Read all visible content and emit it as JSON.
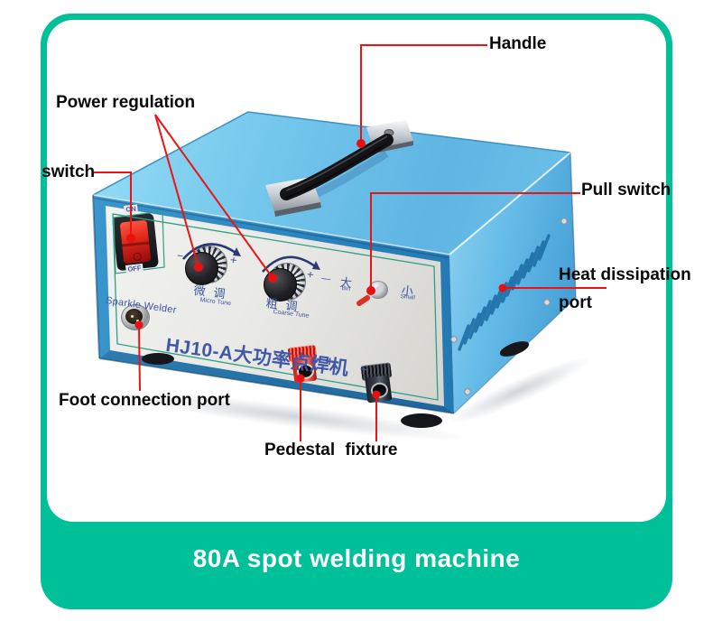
{
  "banner": {
    "text": "80A spot welding machine",
    "color": "#00c09a"
  },
  "annotations": {
    "handle": "Handle",
    "power_regulation": "Power regulation",
    "switch": "switch",
    "pull_switch": "Pull switch",
    "heat_dissipation_line1": "Heat dissipation",
    "heat_dissipation_line2": "port",
    "foot_connection_port": "Foot connection port",
    "pedestal_fixture": "Pedestal fixture"
  },
  "machine": {
    "model_text": "HJ10-A大功率点焊机",
    "brand_text": "Sparkle Welder",
    "switch_on": "ON",
    "switch_off": "OFF",
    "micro_tune_cn": "微调",
    "micro_tune_en": "Micro Tune",
    "coarse_tune_cn": "粗调",
    "coarse_tune_en": "Coarse Tune",
    "big_cn": "大",
    "big_en": "Bin",
    "small_cn": "小",
    "small_en": "Small",
    "plus": "+",
    "minus": "−",
    "dash": "—",
    "colors": {
      "body_top": "#74c7ec",
      "body_side": "#58b0e0",
      "body_front": "#2c86bf",
      "panel": "#e9e9e6",
      "pinstripe": "#2f9e86",
      "panel_text": "#3b55a4",
      "annotation_red": "#ee1212"
    }
  }
}
